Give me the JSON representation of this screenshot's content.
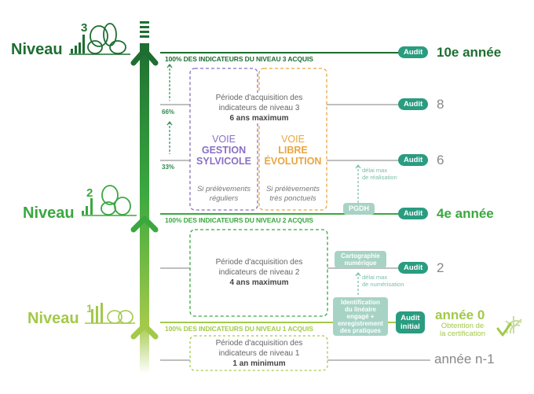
{
  "colors": {
    "level3": "#1e6e32",
    "level2": "#3aa83f",
    "level1": "#a3c94a",
    "audit_pill": "#2a9c80",
    "gestion": "#8a6fc4",
    "libre": "#e8a640",
    "teal_box": "#a7d3c5",
    "gray_text": "#888888"
  },
  "levels": [
    {
      "prefix": "Niveau",
      "number": "3",
      "icon": "trees-large-icon"
    },
    {
      "prefix": "Niveau",
      "number": "2",
      "icon": "trees-medium-icon"
    },
    {
      "prefix": "Niveau",
      "number": "1",
      "icon": "trees-small-icon"
    }
  ],
  "acquisitions": {
    "level3": "100% DES INDICATEURS DU NIVEAU 3 ACQUIS",
    "level2": "100% DES INDICATEURS DU NIVEAU 2 ACQUIS",
    "level1": "100% DES INDICATEURS DU NIVEAU 1 ACQUIS"
  },
  "periods": {
    "level3": {
      "line1": "Période d'acquisition des",
      "line2": "indicateurs de niveau 3",
      "duration": "6 ans maximum"
    },
    "level2": {
      "line1": "Période d'acquisition des",
      "line2": "indicateurs de niveau 2",
      "duration": "4 ans maximum"
    },
    "level1": {
      "line1": "Période d'acquisition des",
      "line2": "indicateurs de niveau 1",
      "duration": "1 an minimum"
    }
  },
  "percentages": [
    "66%",
    "33%"
  ],
  "voies": {
    "gestion": {
      "line1": "VOIE",
      "line2": "GESTION",
      "line3": "SYLVICOLE",
      "sub1": "Si prélèvements",
      "sub2": "réguliers"
    },
    "libre": {
      "line1": "VOIE",
      "line2": "LIBRE",
      "line3": "ÉVOLUTION",
      "sub1": "Si prélèvements",
      "sub2": "très ponctuels"
    }
  },
  "audits": [
    {
      "label": "Audit",
      "year": "10e année"
    },
    {
      "label": "Audit",
      "year": "8"
    },
    {
      "label": "Audit",
      "year": "6"
    },
    {
      "label": "Audit",
      "year": "4e année"
    },
    {
      "label": "Audit",
      "year": "2"
    },
    {
      "label": "Audit initial",
      "label1": "Audit",
      "label2": "initial",
      "year": "année 0",
      "sub1": "Obtention de",
      "sub2": "la certification"
    }
  ],
  "year_n_minus_1": "année n-1",
  "side_boxes": {
    "pgdh": "PGDH",
    "pgdh_note1": "délai max",
    "pgdh_note2": "de réalisation",
    "carto1": "Cartographie",
    "carto2": "numérique",
    "carto_note1": "délai max",
    "carto_note2": "de numérisation",
    "ident": [
      "Identification",
      "du linéaire",
      "engagé +",
      "enregistrement",
      "des pratiques"
    ]
  }
}
